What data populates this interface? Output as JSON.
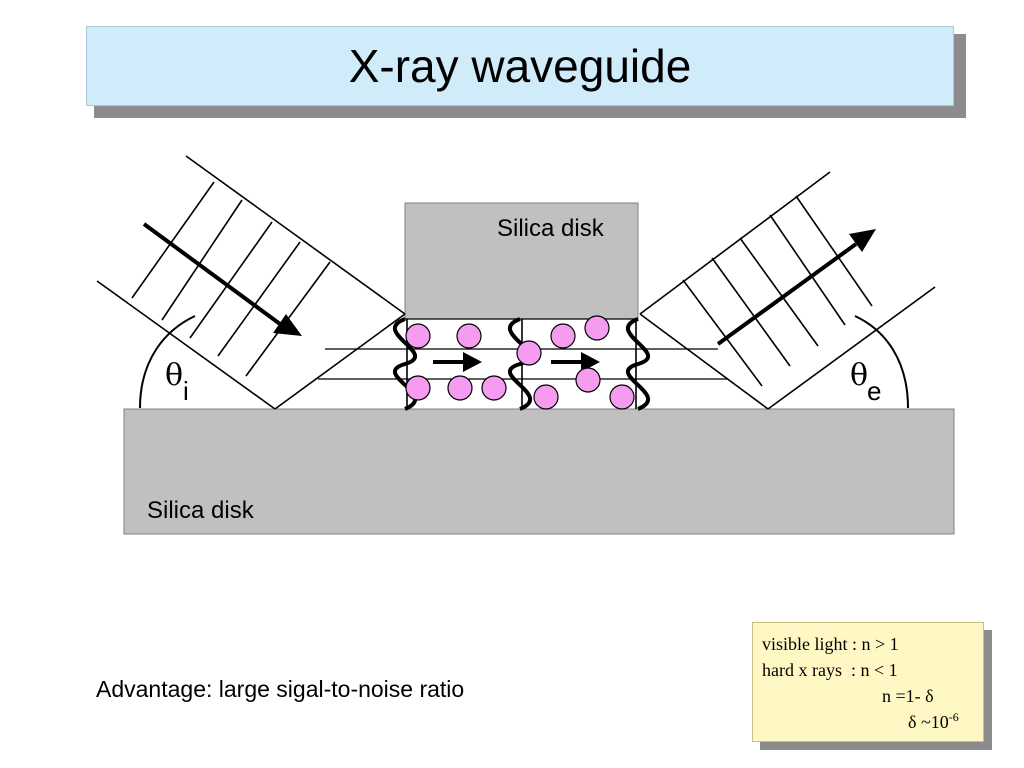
{
  "title": "X-ray waveguide",
  "diagram": {
    "top_disk_label": "Silica disk",
    "bottom_disk_label": "Silica disk",
    "theta_symbol": "θ",
    "incident_subscript": "i",
    "exit_subscript": "e",
    "colors": {
      "disk_fill": "#c0c0c0",
      "particle_fill": "#f59cf0",
      "title_fill": "#d0ecfa",
      "note_fill": "#fff8c4"
    }
  },
  "advantage_text": "Advantage: large sigal-to-noise ratio",
  "note": {
    "line1": "visible light : n > 1",
    "line2": "hard x rays  : n < 1",
    "line3": "n =1- δ",
    "line4_base": "δ ~10",
    "line4_exp": "-6"
  }
}
